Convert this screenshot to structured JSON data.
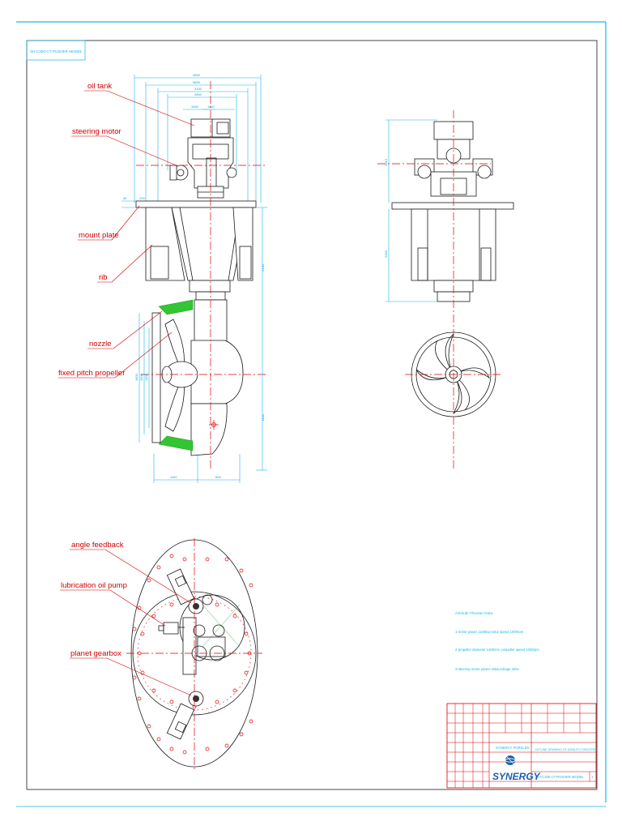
{
  "frame": {
    "title_box": "SH-C300-CT-PUSHER MODEL"
  },
  "leaders": {
    "oil_tank": "oil tank",
    "steering_motor": "steering motor",
    "mount_plate": "mount plate",
    "rib": "rib",
    "nozzle": "nozzle",
    "fixed_pitch_propeller": "fixed pitch propeller",
    "angle_feedback": "angle feedback",
    "lubrication_oil_pump": "lubrication oil pump",
    "planet_gearbox": "planet gearbox"
  },
  "notes": {
    "heading": "Azimuth Thruster Data:",
    "line1": "1-motor  power 1100kw,motor speed 1000rpm",
    "line2": "2-propeller diameter 1400mm, propeller speed 1000rpm",
    "line3": "3-steering motor power 15kw,voltage 440v"
  },
  "title_block": {
    "company_small": "SYNERGY PORSLEN",
    "drawing_title": "OUTLINE DRAWING OF AZIMUTH THRUSTER",
    "model": "SH-C300-CT-PUSHER MODEL",
    "brand": "SYNERGY",
    "sheet_no": "1"
  },
  "colors": {
    "frame_cyan": "#19b6e6",
    "leader_red": "#d40000",
    "logo_blue": "#1b5fae",
    "accent_green": "#34c534"
  }
}
